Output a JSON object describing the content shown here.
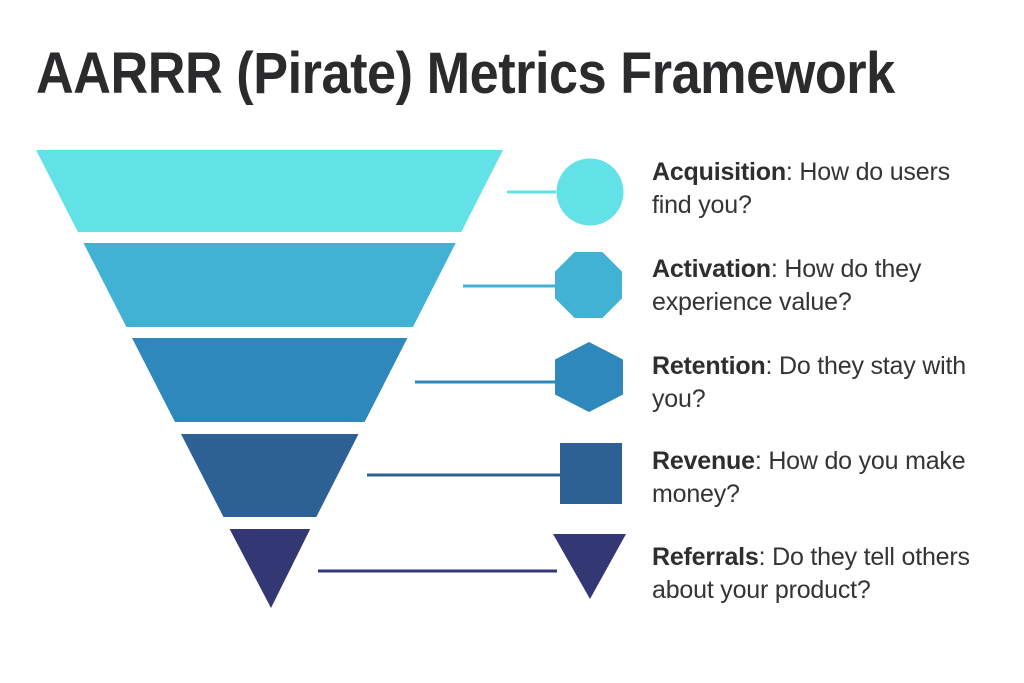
{
  "title": "AARRR (Pirate) Metrics Framework",
  "separator": ": ",
  "colors": {
    "background": "#FFFFFF",
    "title_text": "#2B2B2D",
    "body_text": "#343434"
  },
  "stages": [
    {
      "name": "Acquisition",
      "question": "How do users find you?",
      "color": "#62E2E6",
      "icon": "circle"
    },
    {
      "name": "Activation",
      "question": "How do they experience value?",
      "color": "#41B1D4",
      "icon": "octagon"
    },
    {
      "name": "Retention",
      "question": "Do they stay with you?",
      "color": "#2E88BB",
      "icon": "hexagon"
    },
    {
      "name": "Revenue",
      "question": "How do you make money?",
      "color": "#2D6196",
      "icon": "square"
    },
    {
      "name": "Referrals",
      "question": "Do they tell others about your product?",
      "color": "#333875",
      "icon": "triangle-down"
    }
  ]
}
